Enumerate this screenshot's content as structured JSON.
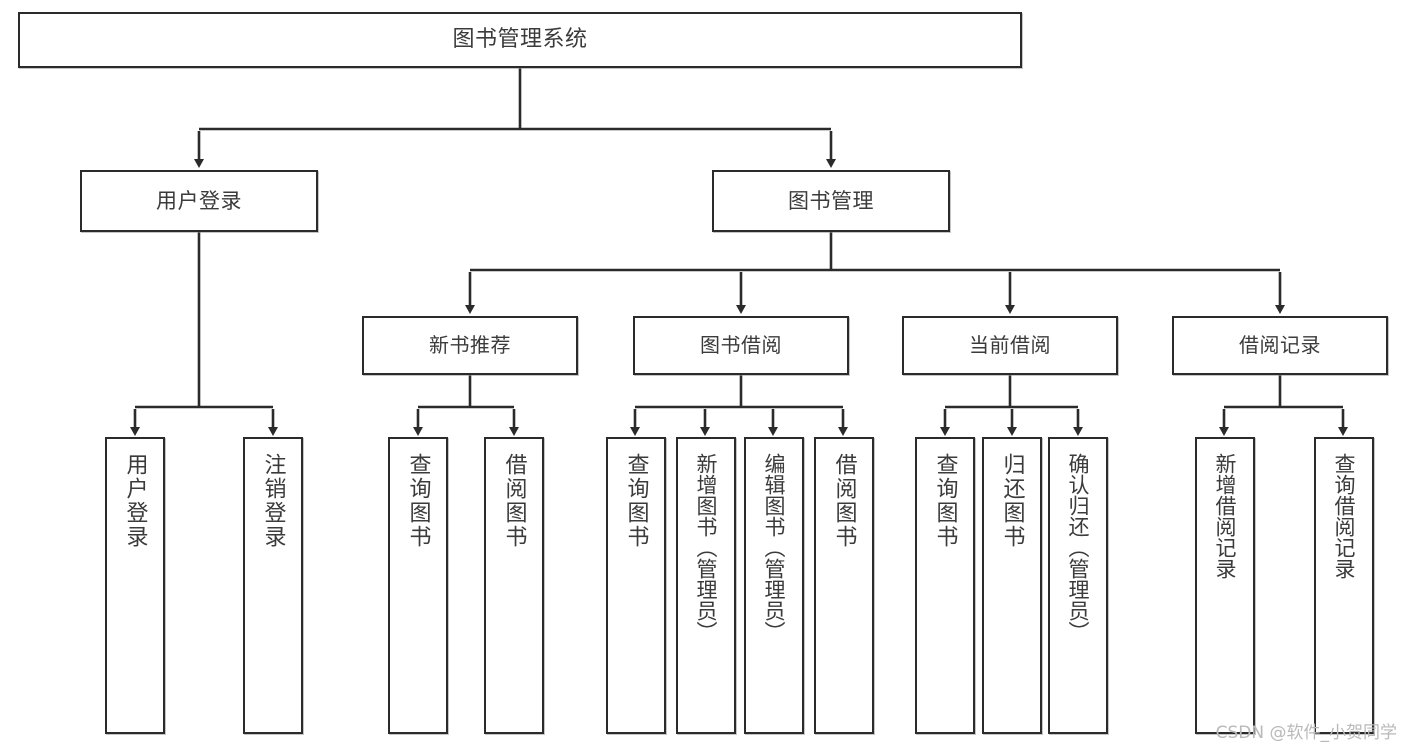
{
  "diagram": {
    "type": "tree",
    "title": "图书管理系统",
    "orientation": "top-down",
    "colors": {
      "box_border": "#2b2b2b",
      "box_fill": "#ffffff",
      "text": "#3b3b3b",
      "edge": "#2b2b2b",
      "watermark": "#b9b9b9",
      "background": "#ffffff"
    },
    "root": {
      "label": "图书管理系统"
    },
    "level2": [
      {
        "label": "用户登录"
      },
      {
        "label": "图书管理"
      }
    ],
    "level3": [
      {
        "label": "新书推荐"
      },
      {
        "label": "图书借阅"
      },
      {
        "label": "当前借阅"
      },
      {
        "label": "借阅记录"
      }
    ],
    "leaves": {
      "user_login": [
        {
          "label": "用户登录"
        },
        {
          "label": "注销登录"
        }
      ],
      "new_book": [
        {
          "label": "查询图书"
        },
        {
          "label": "借阅图书"
        }
      ],
      "book_borrow": [
        {
          "label": "查询图书"
        },
        {
          "label": "新增图书（管理员）"
        },
        {
          "label": "编辑图书（管理员）"
        },
        {
          "label": "借阅图书"
        }
      ],
      "current_borrow": [
        {
          "label": "查询图书"
        },
        {
          "label": "归还图书"
        },
        {
          "label": "确认归还（管理员）"
        }
      ],
      "borrow_record": [
        {
          "label": "新增借阅记录"
        },
        {
          "label": "查询借阅记录"
        }
      ]
    }
  },
  "watermark": {
    "text": "CSDN @软件_小贺同学"
  }
}
